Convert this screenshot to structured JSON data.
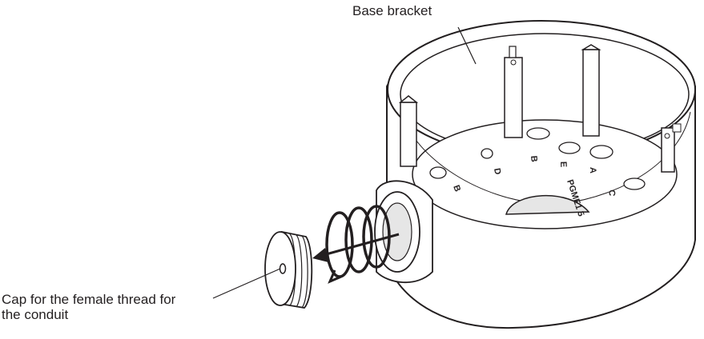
{
  "labels": {
    "base_bracket": "Base bracket",
    "cap_line1": "Cap for the female thread for",
    "cap_line2": "the conduit"
  },
  "hole_marks": [
    "B",
    "D",
    "B",
    "E",
    "A",
    "C"
  ],
  "model_mark": "PGME1 5",
  "colors": {
    "line": "#231f20",
    "fill": "#ffffff",
    "shade": "#e6e6e6"
  }
}
